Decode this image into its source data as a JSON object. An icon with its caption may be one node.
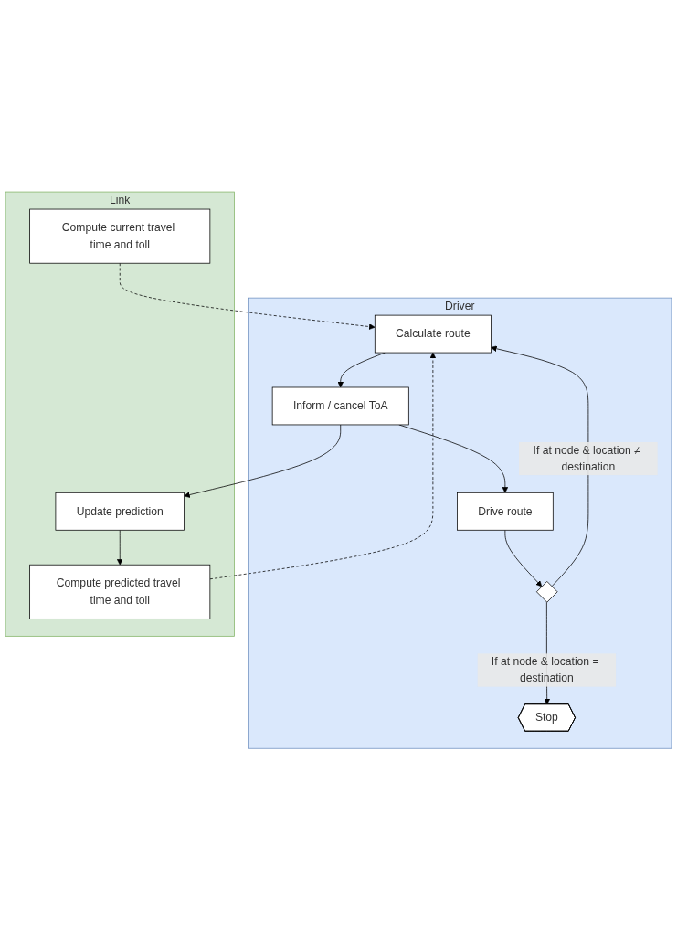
{
  "diagram": {
    "nodes": [
      {
        "text": [
          "Driver"
        ]
      },
      {
        "text": [
          "Link"
        ]
      },
      {
        "text": [
          "Calculate route"
        ],
        "in": 0
      },
      {
        "text": [
          "Inform / cancel ToA"
        ],
        "in": 0
      },
      {
        "text": [
          "Drive route"
        ],
        "in": 0
      },
      {
        "text": [],
        "shape": "diamond",
        "in": 0
      },
      {
        "text": [
          "Stop"
        ],
        "in": 0
      },
      {
        "text": [
          "Compute current travel time and toll"
        ],
        "in": 1
      },
      {
        "text": [
          "Update prediction"
        ],
        "in": 1
      },
      {
        "text": [
          "Compute predicted travel time and toll"
        ],
        "in": 1
      }
    ],
    "edges": [
      {
        "from": 2,
        "to": 3,
        "arrow": "to"
      },
      {
        "from": 3,
        "to": 4,
        "arrow": "to"
      },
      {
        "from": 4,
        "to": 5,
        "arrow": "to"
      },
      {
        "from": 5,
        "to": 2,
        "arrow": "to",
        "label": "If at node & location ≠ destination"
      },
      {
        "from": 5,
        "to": 6,
        "arrow": "to",
        "label": "If at node & location = destination"
      },
      {
        "from": 3,
        "to": 8,
        "arrow": "to"
      },
      {
        "from": 8,
        "to": 9,
        "arrow": "to"
      },
      {
        "from": 7,
        "to": 2,
        "arrow": "to",
        "style": "dashed"
      },
      {
        "from": 9,
        "to": 2,
        "arrow": "to",
        "style": "dashed"
      }
    ]
  }
}
